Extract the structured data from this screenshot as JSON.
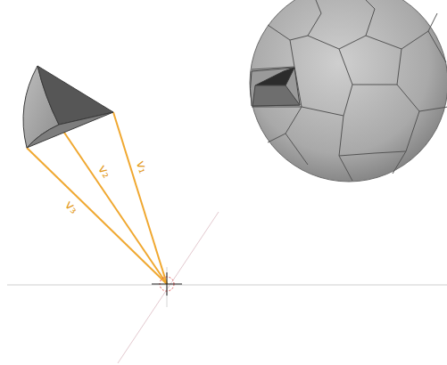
{
  "diagram": {
    "labels": [
      "v₁",
      "v₂",
      "v₃"
    ]
  }
}
